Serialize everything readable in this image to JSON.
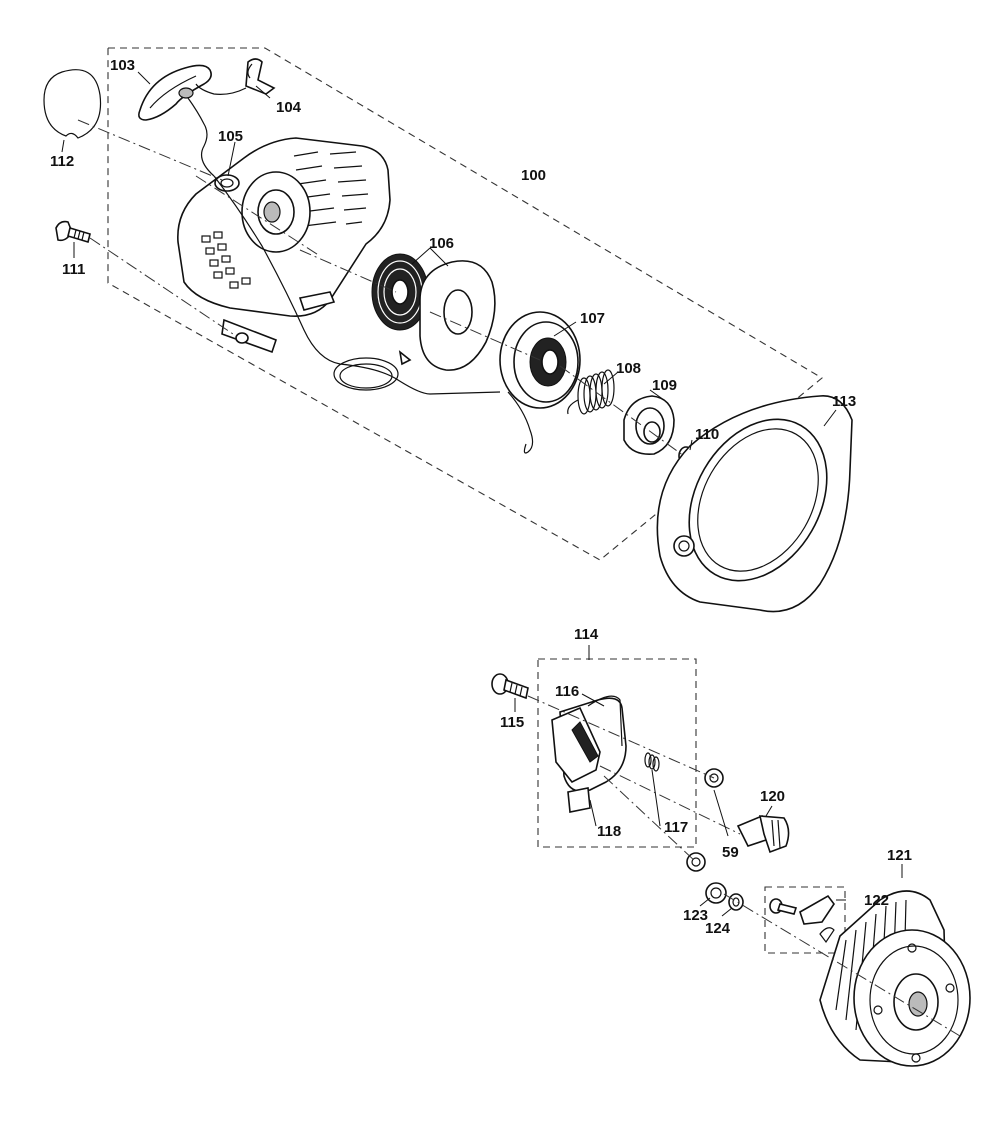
{
  "labels": {
    "p100": "100",
    "p103": "103",
    "p104": "104",
    "p105": "105",
    "p106": "106",
    "p107": "107",
    "p108": "108",
    "p109": "109",
    "p110": "110",
    "p111": "111",
    "p112": "112",
    "p113": "113",
    "p114": "114",
    "p115": "115",
    "p116": "116",
    "p117": "117",
    "p118": "118",
    "p120": "120",
    "p121": "121",
    "p122": "122",
    "p123": "123",
    "p124": "124",
    "p59": "59"
  }
}
